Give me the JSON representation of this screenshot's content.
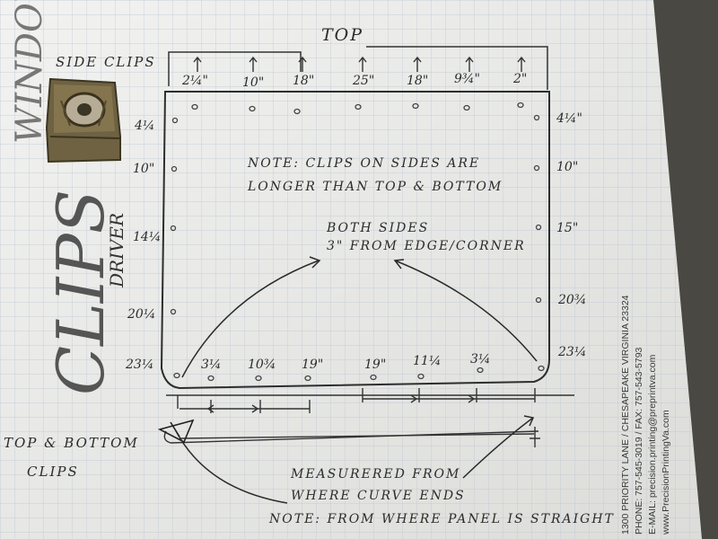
{
  "labels": {
    "top": "TOP",
    "side_clips": "SIDE CLIPS",
    "driver": "DRIVER",
    "clips": "CLIPS",
    "window_fragment": "WINDOW",
    "top_bottom_clips_line1": "TOP & BOTTOM",
    "top_bottom_clips_line2": "CLIPS"
  },
  "top_measurements": [
    "2¼\"",
    "10\"",
    "18\"",
    "25\"",
    "18\"",
    "9¾\"",
    "2\""
  ],
  "left_measurements": [
    "4¼",
    "10\"",
    "14¼",
    "20¼",
    "23¼"
  ],
  "right_measurements": [
    "4¼\"",
    "10\"",
    "15\"",
    "20¾",
    "23¼"
  ],
  "bottom_measurements": [
    "3¼",
    "10¾",
    "19\"",
    "19\"",
    "11¼",
    "3¼"
  ],
  "notes": {
    "note1_line1": "NOTE: CLIPS ON SIDES ARE",
    "note1_line2": "LONGER THAN TOP & BOTTOM",
    "both_sides_line1": "BOTH SIDES",
    "both_sides_line2": "3\" FROM EDGE/CORNER",
    "measured_line1": "MEASURERED FROM",
    "measured_line2": "WHERE CURVE ENDS",
    "note2": "NOTE: FROM WHERE PANEL IS STRAIGHT"
  },
  "footer": {
    "address": "1300 PRIORITY LANE / CHESAPEAKE VIRGINIA 23324",
    "phone": "PHONE: 757-545-3019 / FAX: 757-543-5793",
    "email": "E-MAIL: precision.printing@preprintva.com",
    "website": "www.PrecisionPrintingVa.com"
  },
  "colors": {
    "paper": "#e9e9e7",
    "grid": "#b9c4d4",
    "ink": "#2b2b2b",
    "clip_metal": "#6d6040",
    "background": "#4a4843"
  }
}
